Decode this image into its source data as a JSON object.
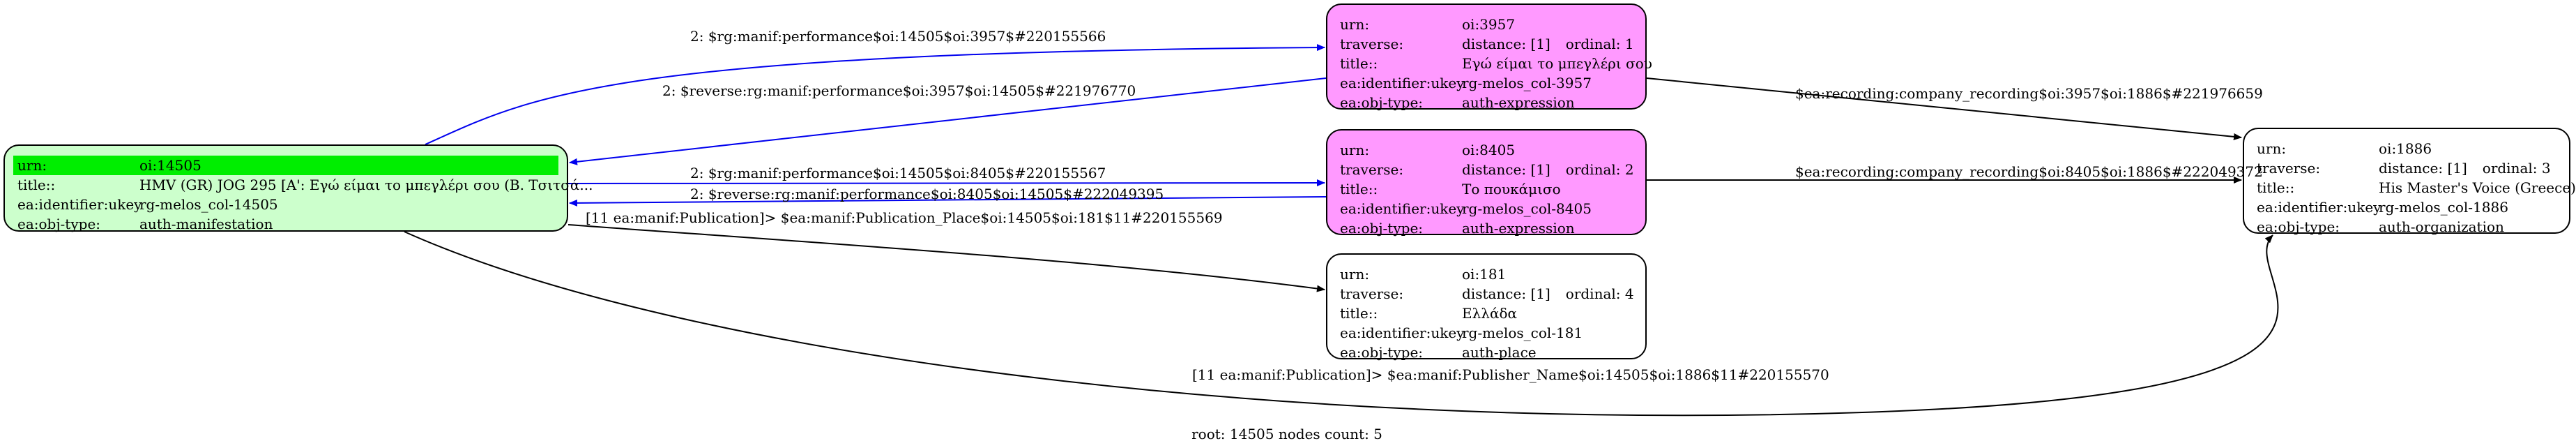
{
  "colors": {
    "root": "#ccffcc",
    "root_header": "#00ee00",
    "expression": "#ff99ff",
    "plain": "#ffffff",
    "edge_blue": "#0000ee",
    "edge_black": "#000000"
  },
  "nodes": [
    {
      "id": "n14505",
      "style": "root",
      "rows": [
        {
          "k": "urn:",
          "v": "oi:14505"
        },
        {
          "k": "title::",
          "v": "HMV (GR) JOG 295 [A': Εγώ είμαι το μπεγλέρι σου (Β. Τσιτσά..."
        },
        {
          "k": "ea:identifier:ukey",
          "v": "rg-melos_col-14505"
        },
        {
          "k": "ea:obj-type:",
          "v": "auth-manifestation"
        }
      ]
    },
    {
      "id": "n3957",
      "style": "expression",
      "rows": [
        {
          "k": "urn:",
          "v": "oi:3957"
        },
        {
          "k": "traverse:",
          "v": "distance: [1]",
          "ord": "ordinal: 1"
        },
        {
          "k": "title::",
          "v": "Εγώ είμαι το μπεγλέρι σου"
        },
        {
          "k": "ea:identifier:ukey",
          "v": "rg-melos_col-3957"
        },
        {
          "k": "ea:obj-type:",
          "v": "auth-expression"
        }
      ]
    },
    {
      "id": "n8405",
      "style": "expression",
      "rows": [
        {
          "k": "urn:",
          "v": "oi:8405"
        },
        {
          "k": "traverse:",
          "v": "distance: [1]",
          "ord": "ordinal: 2"
        },
        {
          "k": "title::",
          "v": "Το πουκάμισο"
        },
        {
          "k": "ea:identifier:ukey",
          "v": "rg-melos_col-8405"
        },
        {
          "k": "ea:obj-type:",
          "v": "auth-expression"
        }
      ]
    },
    {
      "id": "n181",
      "style": "plain",
      "rows": [
        {
          "k": "urn:",
          "v": "oi:181"
        },
        {
          "k": "traverse:",
          "v": "distance: [1]",
          "ord": "ordinal: 4"
        },
        {
          "k": "title::",
          "v": "Ελλάδα"
        },
        {
          "k": "ea:identifier:ukey",
          "v": "rg-melos_col-181"
        },
        {
          "k": "ea:obj-type:",
          "v": "auth-place"
        }
      ]
    },
    {
      "id": "n1886",
      "style": "plain",
      "rows": [
        {
          "k": "urn:",
          "v": "oi:1886"
        },
        {
          "k": "traverse:",
          "v": "distance: [1]",
          "ord": "ordinal: 3"
        },
        {
          "k": "title::",
          "v": "His Master's Voice (Greece)"
        },
        {
          "k": "ea:identifier:ukey",
          "v": "rg-melos_col-1886"
        },
        {
          "k": "ea:obj-type:",
          "v": "auth-organization"
        }
      ]
    }
  ],
  "edges": [
    {
      "from": "n14505",
      "to": "n3957",
      "color": "blue",
      "label": "2: $rg:manif:performance$oi:14505$oi:3957$#220155566"
    },
    {
      "from": "n3957",
      "to": "n14505",
      "color": "blue",
      "label": "2: $reverse:rg:manif:performance$oi:3957$oi:14505$#221976770"
    },
    {
      "from": "n14505",
      "to": "n8405",
      "color": "blue",
      "label": "2: $rg:manif:performance$oi:14505$oi:8405$#220155567"
    },
    {
      "from": "n8405",
      "to": "n14505",
      "color": "blue",
      "label": "2: $reverse:rg:manif:performance$oi:8405$oi:14505$#222049395"
    },
    {
      "from": "n14505",
      "to": "n181",
      "color": "black",
      "label": "[11 ea:manif:Publication]> $ea:manif:Publication_Place$oi:14505$oi:181$11#220155569"
    },
    {
      "from": "n14505",
      "to": "n1886",
      "color": "black",
      "label": "[11 ea:manif:Publication]> $ea:manif:Publisher_Name$oi:14505$oi:1886$11#220155570"
    },
    {
      "from": "n3957",
      "to": "n1886",
      "color": "black",
      "label": "$ea:recording:company_recording$oi:3957$oi:1886$#221976659"
    },
    {
      "from": "n8405",
      "to": "n1886",
      "color": "black",
      "label": "$ea:recording:company_recording$oi:8405$oi:1886$#222049372"
    }
  ],
  "footer": "root: 14505 nodes count: 5"
}
